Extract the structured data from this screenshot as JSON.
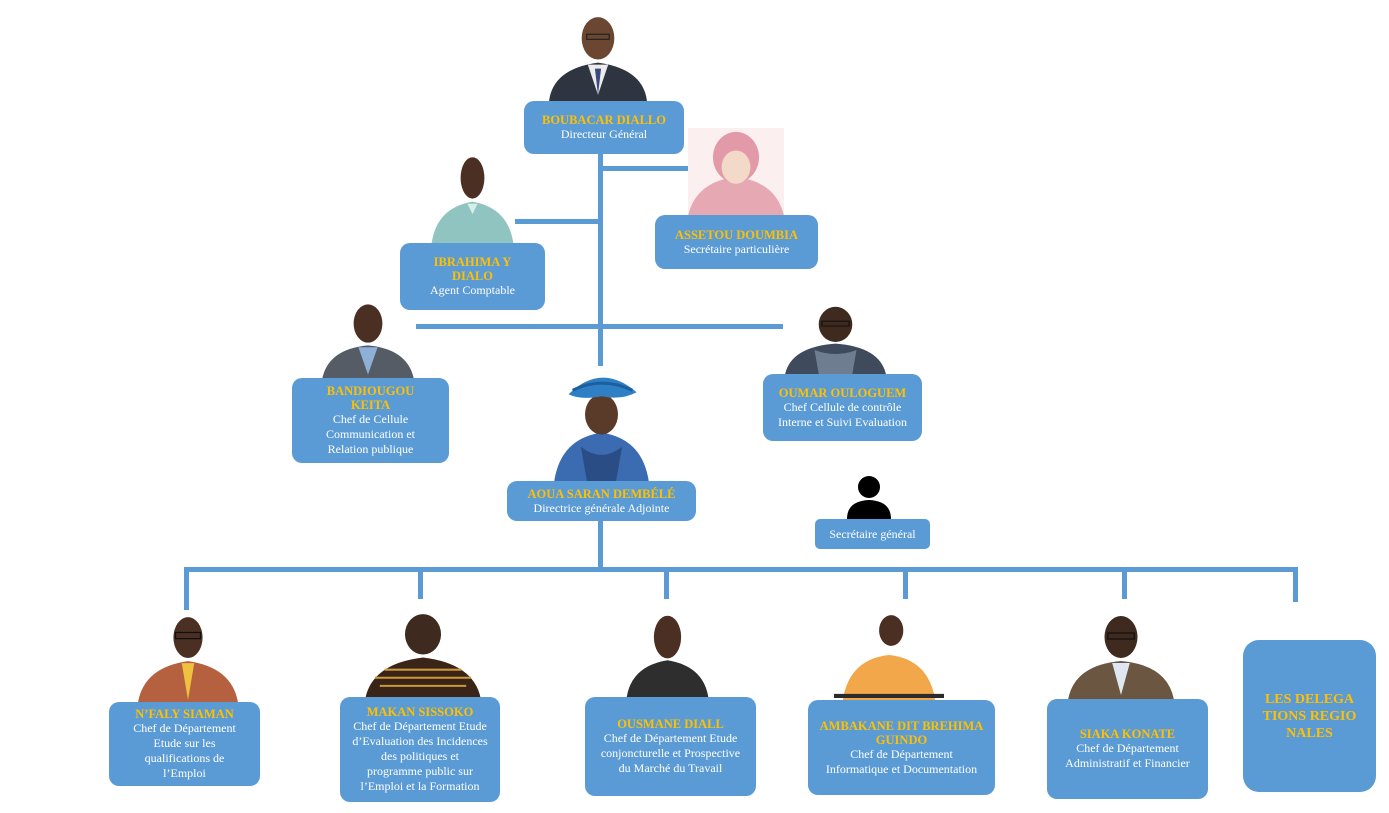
{
  "people": {
    "dg": {
      "name": "BOUBACAR DIALLO",
      "role": "Directeur Général"
    },
    "secretary": {
      "name": "ASSETOU DOUMBIA",
      "role": "Secrétaire particulière"
    },
    "accountant": {
      "name": "IBRAHIMA Y DIALO",
      "role": "Agent Comptable"
    },
    "communication": {
      "name": "BANDIOUGOU KEITA",
      "role": "Chef de Cellule Communication et Relation publique"
    },
    "internal_control": {
      "name": "OUMAR OULOGUEM",
      "role": "Chef Cellule de contrôle Interne et Suivi Evaluation"
    },
    "deputy": {
      "name": "AOUA SARAN DEMBÉLÉ",
      "role": "Directrice générale Adjointe"
    },
    "secretary_general": {
      "role": "Secrétaire général"
    },
    "dept1": {
      "name": "N’FALY SIAMAN",
      "role": "Chef de Département Etude sur les qualifications de l’Emploi"
    },
    "dept2": {
      "name": "MAKAN SISSOKO",
      "role": "Chef de Département Etude d’Evaluation des Incidences des politiques et programme public sur l’Emploi et la Formation"
    },
    "dept3": {
      "name": "OUSMANE DIALL",
      "role": "Chef de Département Etude conjoncturelle et Prospective du Marché du Travail"
    },
    "dept4": {
      "name": "AMBAKANE DIT BREHIMA GUINDO",
      "role": "Chef de Département Informatique et Documentation"
    },
    "dept5": {
      "name": "SIAKA KONATE",
      "role": "Chef de Département Administratif et Financier"
    },
    "regional": {
      "name": "LES DELEGATIONS REGIONALES"
    }
  },
  "icons": {
    "person_placeholder": "person-silhouette-icon"
  },
  "colors": {
    "box": "#5b9bd5",
    "name_text": "#ffc000",
    "role_text": "#ffffff",
    "connector": "#5b9bd5"
  }
}
